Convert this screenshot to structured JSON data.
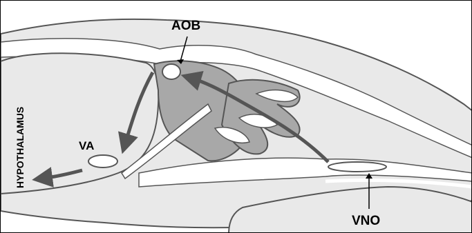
{
  "labels": {
    "aob": "AOB",
    "va": "VA",
    "vno": "VNO",
    "hypothalamus": "HYPOTHALAMUS"
  },
  "colors": {
    "outline": "#555555",
    "tissue_fill": "#e9e9e9",
    "dark_fill": "#a8a8a8",
    "pathway_arrow": "#555555",
    "white": "#ffffff"
  }
}
